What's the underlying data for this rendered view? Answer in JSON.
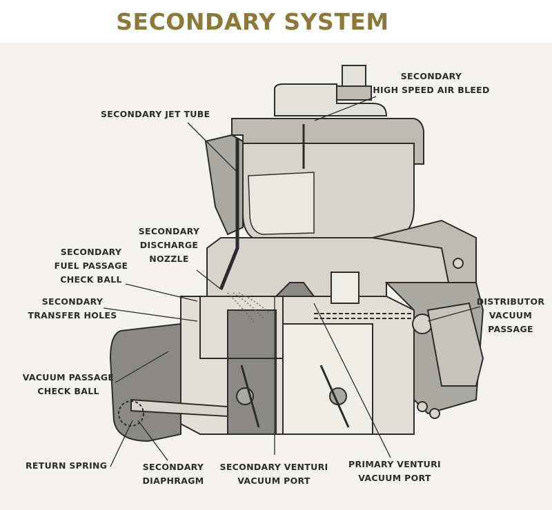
{
  "title": "SECONDARY SYSTEM",
  "colors": {
    "title": "#8a7a3a",
    "ink": "#2b2b2b",
    "metal": "#cfcdc6",
    "shade": "#8a8985",
    "dark": "#555552",
    "background": "#f4f3ef"
  },
  "labels": {
    "secondary_high_speed_air_bleed": [
      "SECONDARY",
      "HIGH SPEED AIR BLEED"
    ],
    "secondary_jet_tube": [
      "SECONDARY JET TUBE"
    ],
    "secondary_discharge_nozzle": [
      "SECONDARY",
      "DISCHARGE",
      "NOZZLE"
    ],
    "secondary_fuel_passage_check_ball": [
      "SECONDARY",
      "FUEL PASSAGE",
      "CHECK BALL"
    ],
    "secondary_transfer_holes": [
      "SECONDARY",
      "TRANSFER HOLES"
    ],
    "distributor_vacuum_passage": [
      "DISTRIBUTOR",
      "VACUUM",
      "PASSAGE"
    ],
    "vacuum_passage_check_ball": [
      "VACUUM PASSAGE",
      "CHECK BALL"
    ],
    "return_spring": [
      "RETURN SPRING"
    ],
    "secondary_diaphragm": [
      "SECONDARY",
      "DIAPHRAGM"
    ],
    "secondary_venturi_vacuum_port": [
      "SECONDARY VENTURI",
      "VACUUM PORT"
    ],
    "primary_venturi_vacuum_port": [
      "PRIMARY VENTURI",
      "VACUUM PORT"
    ]
  }
}
